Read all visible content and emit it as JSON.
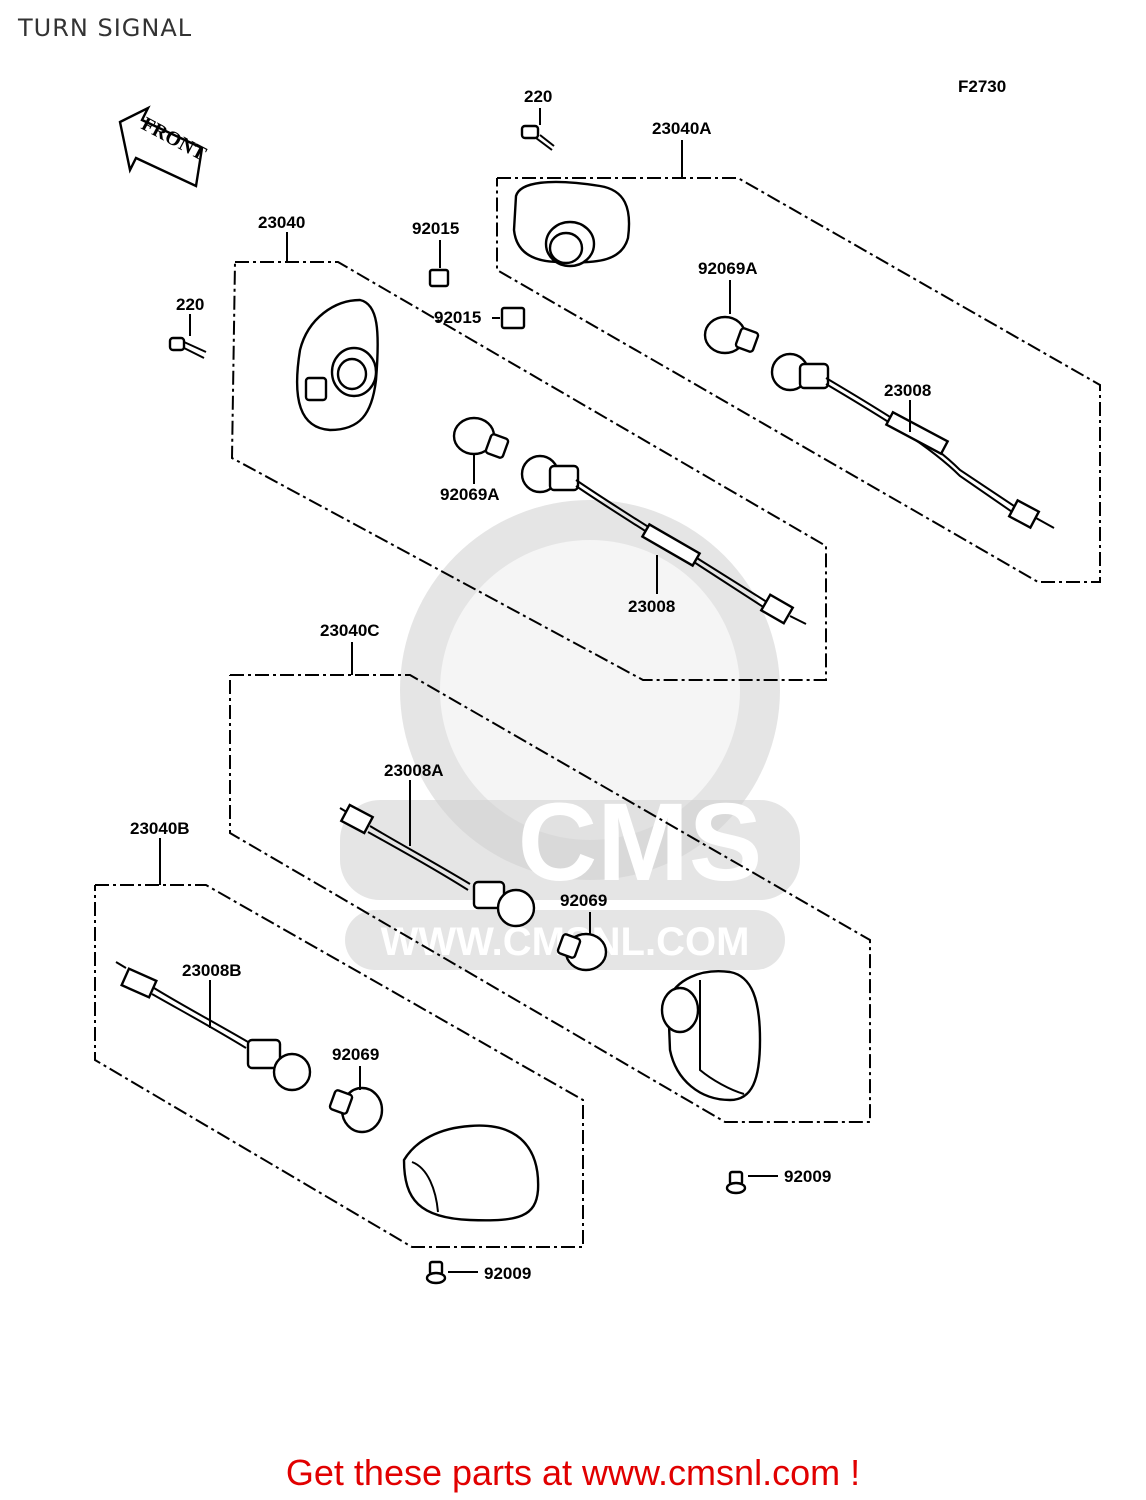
{
  "title": "TURN SIGNAL",
  "figure_code": "F2730",
  "front_label": "FRONT",
  "watermark": {
    "brand": "CMS",
    "url": "WWW.CMSNL.COM"
  },
  "labels": {
    "screw_top": "220",
    "screw_left": "220",
    "assy_a": "23040A",
    "assy": "23040",
    "assy_c": "23040C",
    "assy_b": "23040B",
    "clip_1": "92015",
    "clip_2": "92015",
    "bulb_a_right": "92069A",
    "bulb_a_left": "92069A",
    "socket_right": "23008",
    "socket_left": "23008",
    "socket_a": "23008A",
    "socket_b": "23008B",
    "bulb_c": "92069",
    "bulb_b": "92069",
    "screw_c": "92009",
    "screw_b": "92009"
  },
  "footer": "Get these parts at www.cmsnl.com !"
}
